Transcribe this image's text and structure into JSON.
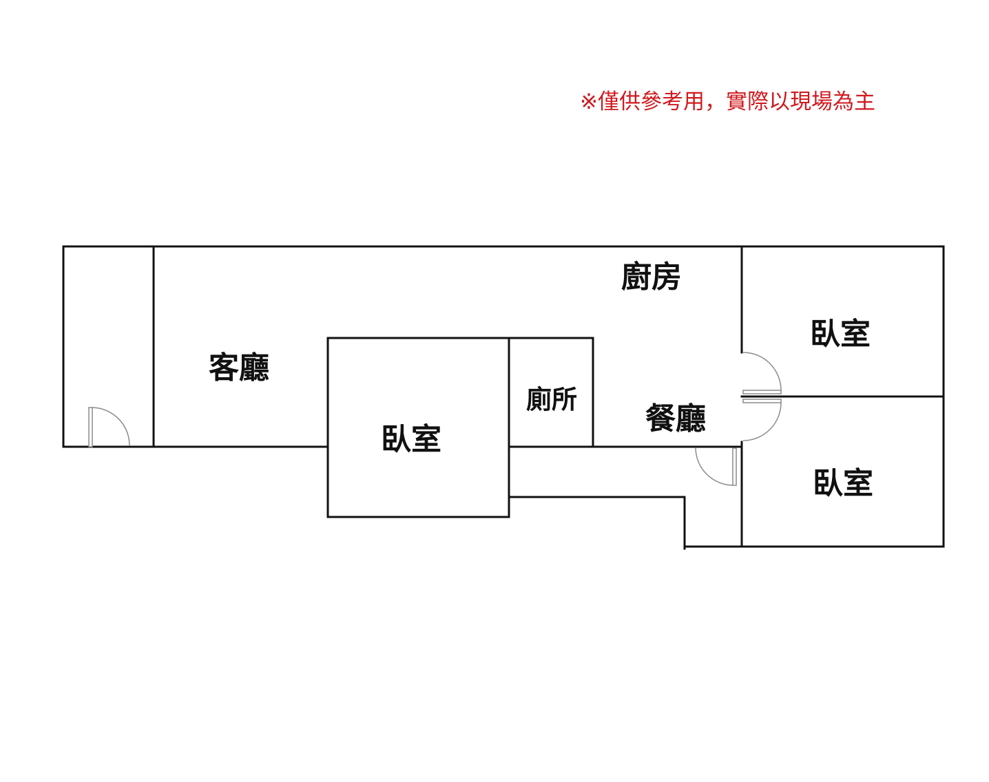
{
  "disclaimer": {
    "text": "※僅供參考用，實際以現場為主",
    "color": "#d0191e"
  },
  "rooms": {
    "kitchen": "廚房",
    "living_room": "客廳",
    "bedroom_center": "臥室",
    "toilet": "廁所",
    "dining_room": "餐廳",
    "bedroom_upper_right": "臥室",
    "bedroom_lower_right": "臥室"
  },
  "colors": {
    "wall": "#111111",
    "door": "#8a8a8a",
    "background": "#ffffff"
  }
}
